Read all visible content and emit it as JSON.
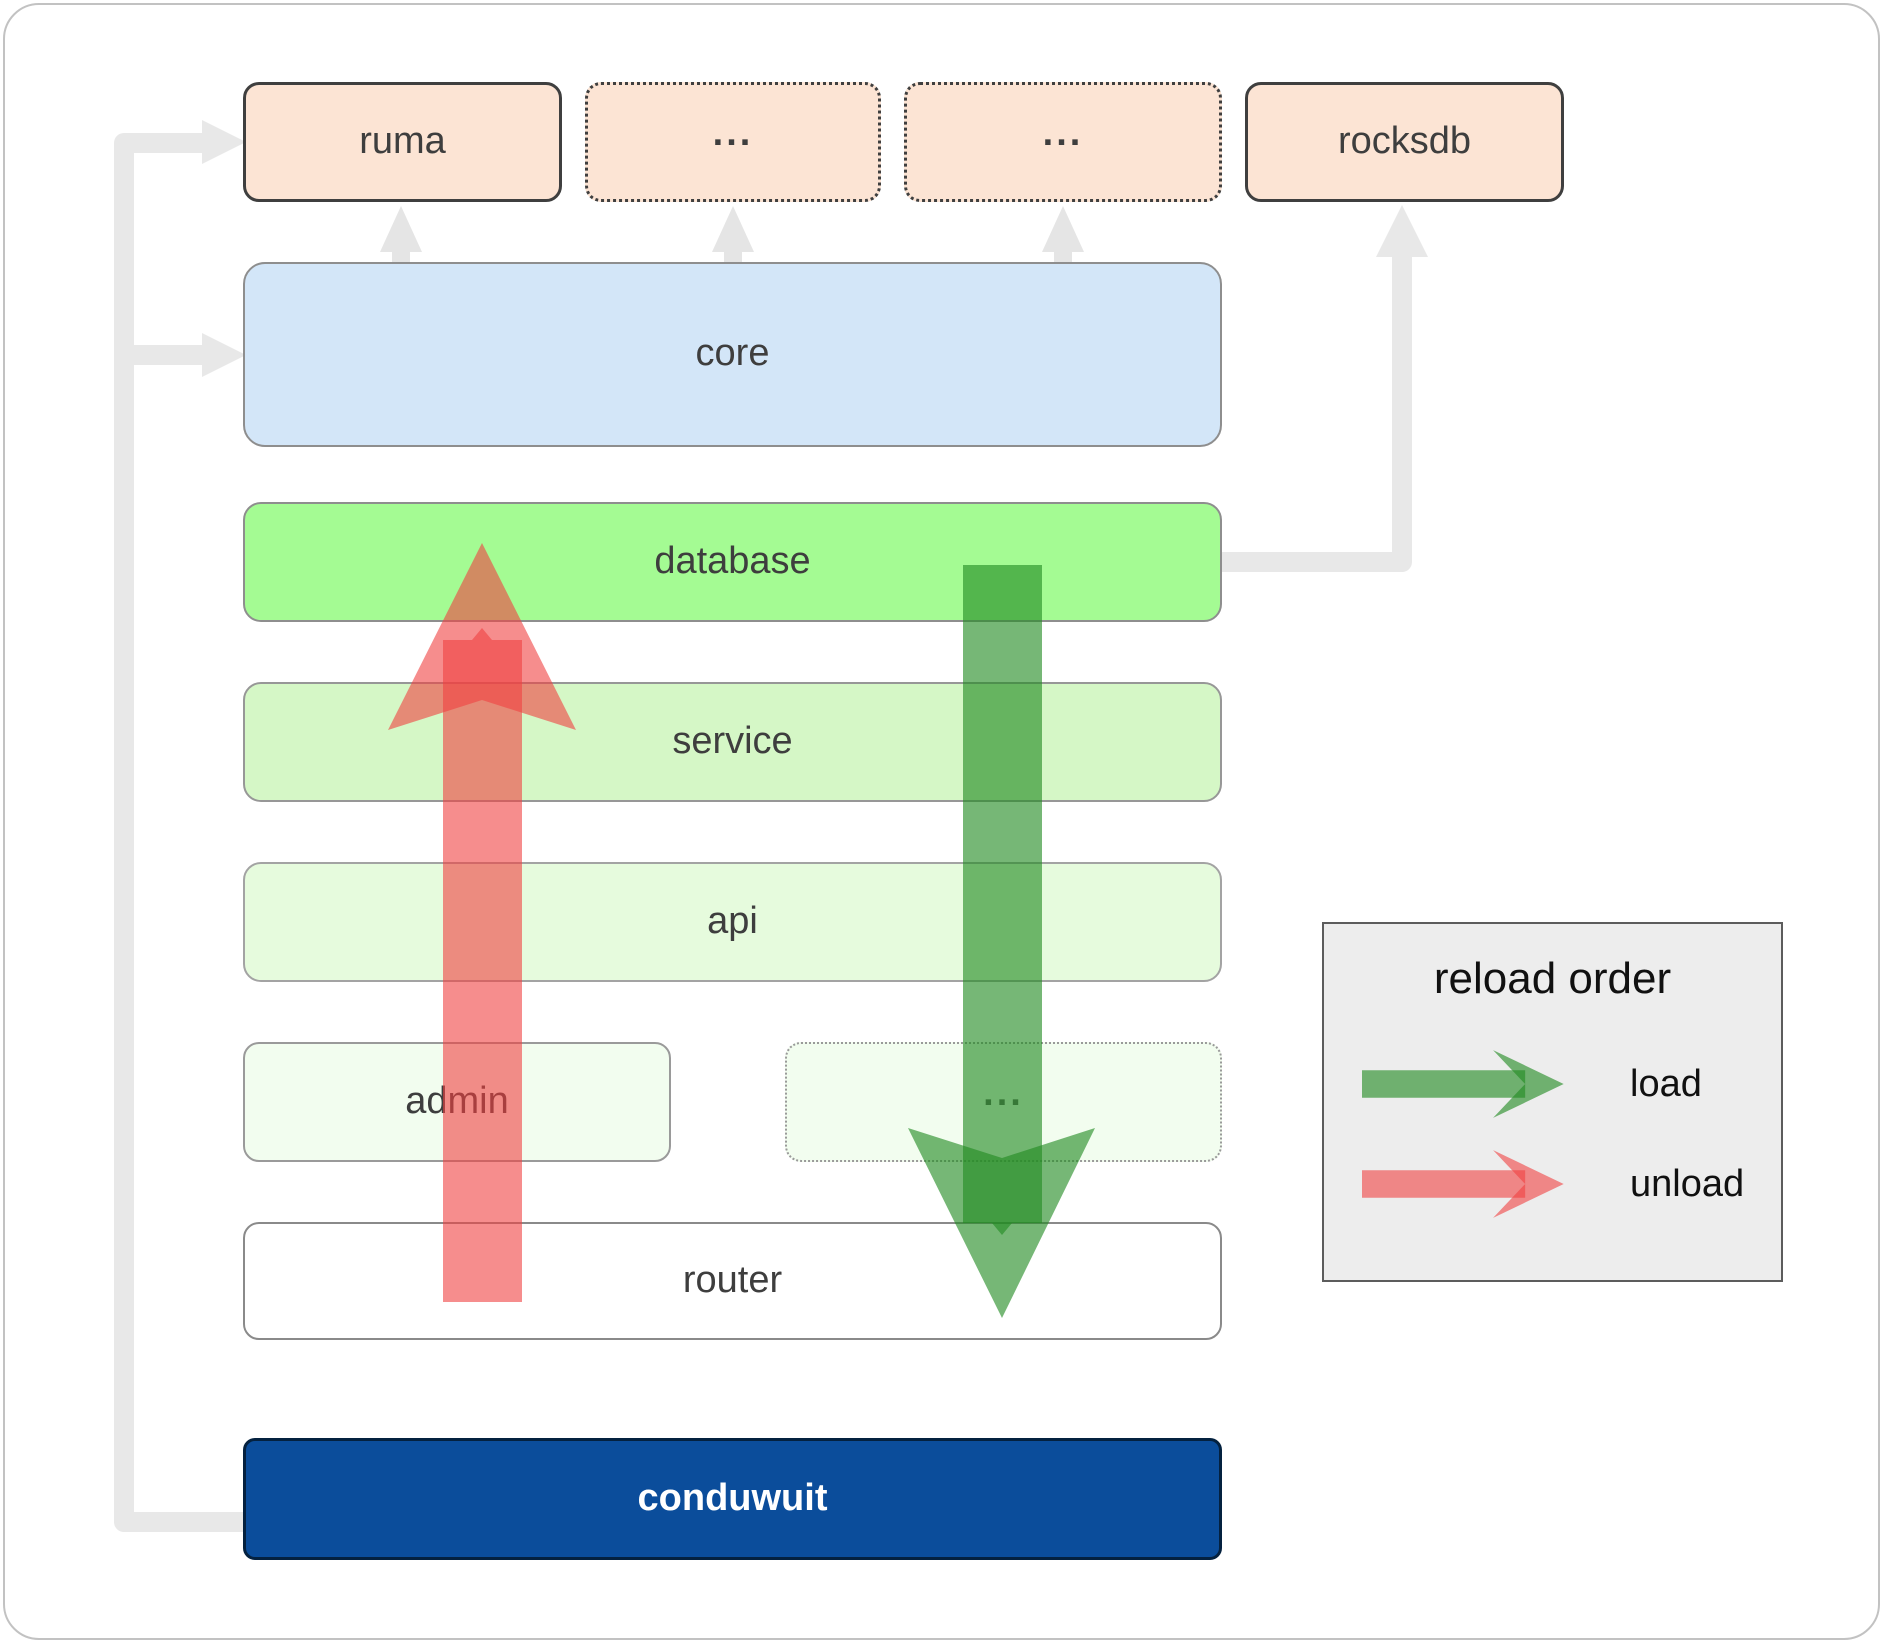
{
  "boxes": {
    "ruma": "ruma",
    "dots1": "...",
    "dots2": "...",
    "rocksdb": "rocksdb",
    "core": "core",
    "database": "database",
    "service": "service",
    "api": "api",
    "admin": "admin",
    "adminDots": "...",
    "router": "router",
    "conduwuit": "conduwuit"
  },
  "legend": {
    "title": "reload order",
    "load": "load",
    "unload": "unload"
  },
  "colors": {
    "peach": "#fce4d4",
    "coreBlue": "#d3e6f8",
    "databaseGreen": "#a4fb93",
    "serviceGreen": "#d5f7c6",
    "apiGreen": "#e6fbdd",
    "faintGreen": "#f2fdef",
    "conduwuitBlue": "#0b4d9b",
    "legendBg": "#ededed",
    "connectorGray": "#e8e8e8",
    "loadArrowGreen": "rgba(34,139,34,0.62)",
    "unloadArrowRed": "rgba(240,65,65,0.6)",
    "labelGray": "#3e3e3e"
  }
}
